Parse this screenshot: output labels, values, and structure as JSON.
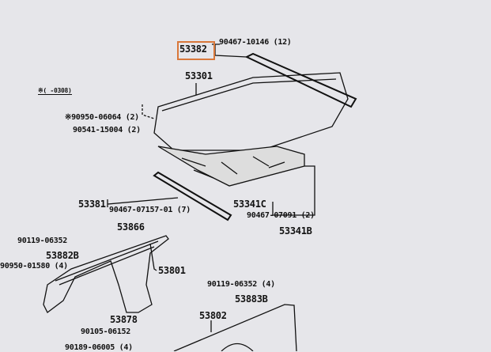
{
  "diagram": {
    "highlight_color": "#d9773a",
    "highlighted_part": "53382",
    "note": "※(    -0308)",
    "labels": {
      "p53382": "53382",
      "p90467_10146": "90467-10146 (12)",
      "p53301": "53301",
      "p90950_06064": "※90950-06064 (2)",
      "p90541_15004": "90541-15004 (2)",
      "p53381": "53381",
      "p90467_07157": "90467-07157-01 (7)",
      "p53341C": "53341C",
      "p90467_07091": "90467-07091 (2)",
      "p53341B": "53341B",
      "p53866": "53866",
      "p90119_06352a": "90119-06352",
      "p53882B": "53882B",
      "p90950_01580": "90950-01580 (4)",
      "p53801": "53801",
      "p90119_06352b": "90119-06352 (4)",
      "p53883B": "53883B",
      "p53878": "53878",
      "p53802": "53802",
      "p90105_06152": "90105-06152",
      "p90189_06005": "90189-06005 (4)"
    }
  }
}
